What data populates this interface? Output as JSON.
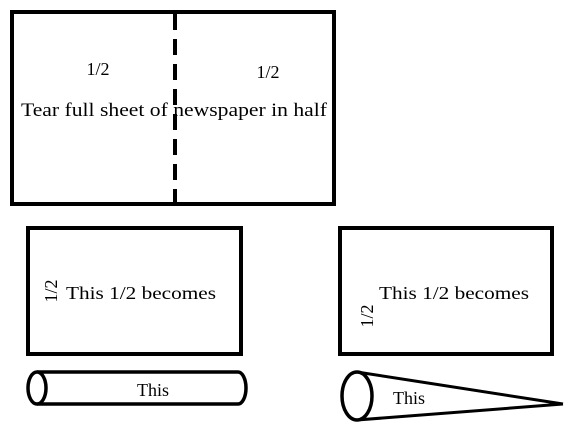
{
  "sheet": {
    "half_left_label": "1/2",
    "half_right_label": "1/2",
    "instruction": "Tear full sheet of newspaper in half"
  },
  "left_piece": {
    "side_label": "1/2",
    "caption": "This 1/2 becomes",
    "result_label": "This"
  },
  "right_piece": {
    "side_label": "1/2",
    "caption": "This 1/2 becomes",
    "result_label": "This"
  },
  "colors": {
    "stroke": "#000000",
    "background": "#ffffff"
  }
}
